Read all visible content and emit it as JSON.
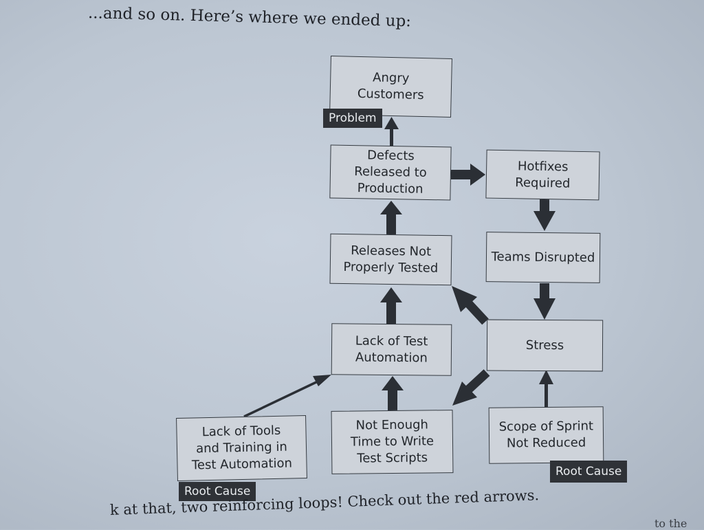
{
  "intro_text": "...and so on. Here’s where we ended up:",
  "bottom_text": "k at that, two reinforcing loops! Check out the red arrows.",
  "bottom_cut_text": "to the",
  "diagram": {
    "nodes": {
      "angry_customers": "Angry\nCustomers",
      "defects_released": "Defects\nReleased to\nProduction",
      "hotfixes_required": "Hotfixes\nRequired",
      "teams_disrupted": "Teams Disrupted",
      "releases_not_tested": "Releases Not\nProperly Tested",
      "lack_test_automation": "Lack of Test\nAutomation",
      "stress": "Stress",
      "lack_tools_training": "Lack of Tools\nand Training in\nTest Automation",
      "not_enough_time": "Not Enough\nTime to Write\nTest Scripts",
      "scope_not_reduced": "Scope of Sprint\nNot Reduced"
    },
    "tags": {
      "problem": "Problem",
      "root_cause_left": "Root Cause",
      "root_cause_right": "Root Cause"
    }
  },
  "colors": {
    "box_fill": "#ced3da",
    "box_border": "#333940",
    "tag_fill": "#2f3237",
    "arrow": "#2b2f35"
  }
}
